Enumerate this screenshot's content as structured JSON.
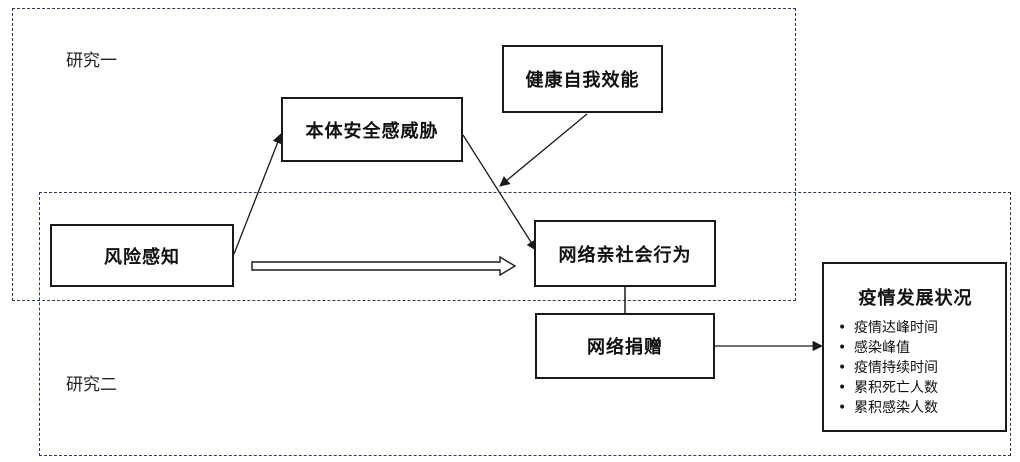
{
  "regions": {
    "study1": "研究一",
    "study2": "研究二"
  },
  "nodes": {
    "risk_perception": "风险感知",
    "ontological_threat": "本体安全感威胁",
    "health_efficacy": "健康自我效能",
    "online_prosocial": "网络亲社会行为",
    "online_donation": "网络捐赠"
  },
  "outcome": {
    "title": "疫情发展状况",
    "items": [
      "疫情达峰时间",
      "感染峰值",
      "疫情持续时间",
      "累积死亡人数",
      "累积感染人数"
    ]
  }
}
